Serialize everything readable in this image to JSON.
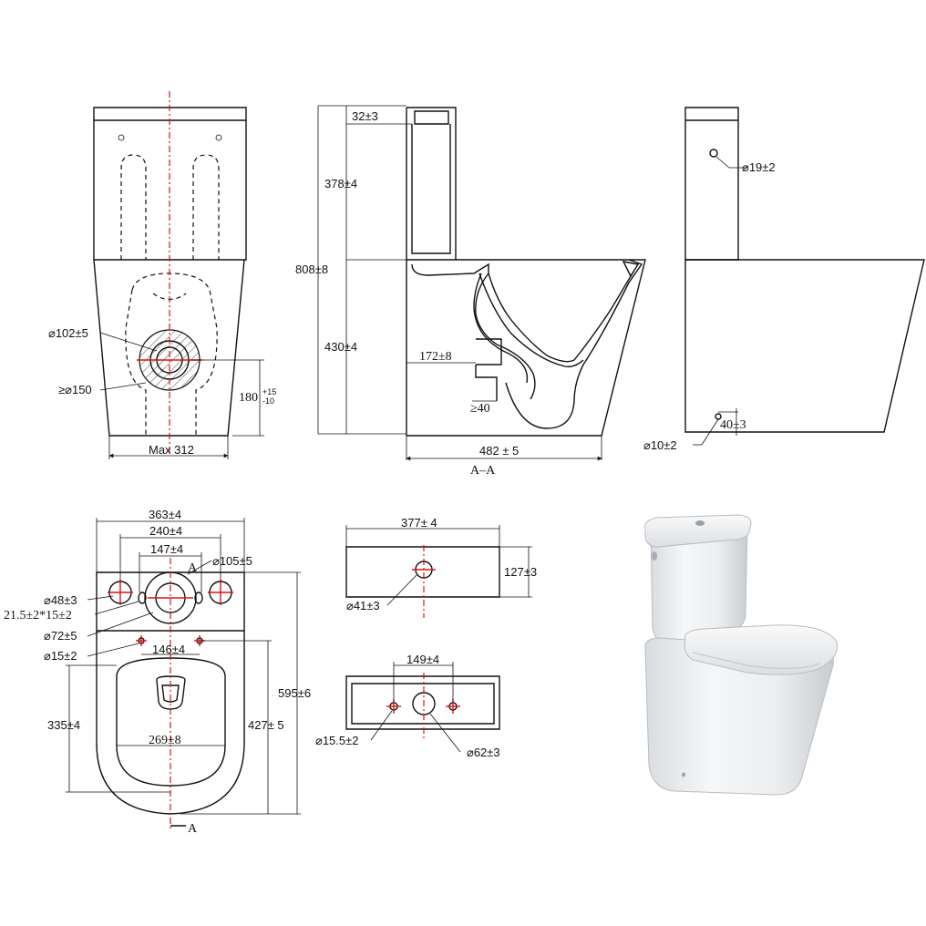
{
  "labels": {
    "top_view": {
      "d102": "⌀102±5",
      "d150": "≥⌀150",
      "h180": "180",
      "h180_plus": "+15",
      "h180_minus": "-10",
      "max312": "Max 312"
    },
    "section_view": {
      "d32": "32±3",
      "d378": "378±4",
      "d808": "808±8",
      "d430": "430±4",
      "d172": "172±8",
      "d40min": "≥40",
      "d482": "482 ± 5",
      "section_name": "A–A"
    },
    "side_view": {
      "d19": "⌀19±2",
      "d10": "⌀10±2",
      "d40": "40±3"
    },
    "plan_view": {
      "d363": "363±4",
      "d240": "240±4",
      "d147": "147±4",
      "d105": "⌀105±5",
      "mark_a_top": "A",
      "mark_a_bottom": "A",
      "d48": "⌀48±3",
      "d21": "21.5±2*15±2",
      "d72": "⌀72±5",
      "d15": "⌀15±2",
      "d146": "146±4",
      "d335": "335±4",
      "d269": "269±8",
      "d427": "427± 5",
      "d595": "595±6"
    },
    "tank_top": {
      "d377": "377± 4",
      "d127": "127±3",
      "d41": "⌀41±3"
    },
    "tank_bottom": {
      "d149": "149±4",
      "d155": "⌀15.5±2",
      "d62": "⌀62±3"
    }
  },
  "colors": {
    "line": "#111111",
    "centerline": "#e01010",
    "background": "#ffffff"
  }
}
